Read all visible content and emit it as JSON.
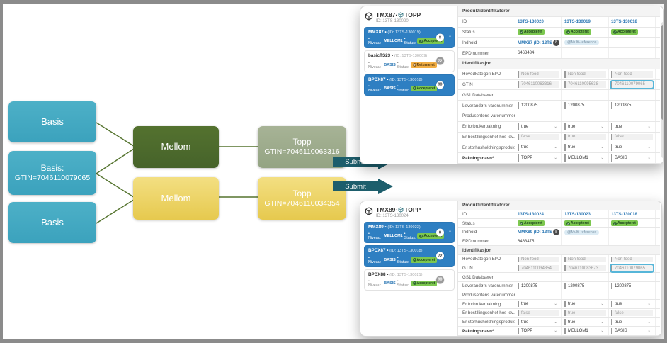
{
  "diagram": {
    "boxes": {
      "basis1": {
        "label": "Basis"
      },
      "basis2": {
        "line1": "Basis:",
        "line2": "GTIN=7046110079065"
      },
      "basis3": {
        "label": "Basis"
      },
      "mellom_green": {
        "label": "Mellom"
      },
      "mellom_yellow": {
        "label": "Mellom"
      },
      "topp_green": {
        "line1": "Topp",
        "line2": "GTIN=7046110063316"
      },
      "topp_yellow": {
        "line1": "Topp",
        "line2": "GTIN=7046110034354"
      }
    },
    "arrows": {
      "submit1": "Submit",
      "submit2": "Submit"
    },
    "colors": {
      "teal": "#3FA7C1",
      "dark_green": "#4C6A2D",
      "sage": "#9FAD8C",
      "yellow": "#EDD05E",
      "connector": "#55742F",
      "arrow": "#1D5E6C"
    }
  },
  "sidebar_labels": {
    "niveau": "• Niveau:",
    "status": "• Status:"
  },
  "ui_colors": {
    "selected_blue": "#2E7FC2",
    "link_blue": "#2E79B5",
    "status_green": "#7CC74F",
    "status_amber": "#F2AE43",
    "highlight_blue": "#56B6D9"
  },
  "apps": [
    {
      "header": {
        "title": "TMX87·",
        "suffix": "TOPP",
        "subtitle": "ID: 13TS-130020"
      },
      "sidebar": {
        "items": [
          {
            "name": "MMX87 •",
            "id": "(ID: 13TS-130019)",
            "niveau": "MELLOM1",
            "status": "Accepteret",
            "status_kind": "green",
            "badge": "8",
            "selected": true,
            "expanded": true
          },
          {
            "name": "basicTS23 •",
            "id": "(ID: 13TS-130009)",
            "niveau": "BASIS",
            "status": "Returneret",
            "status_kind": "amber",
            "badge": "72",
            "selected": false
          },
          {
            "name": "BPDX87 •",
            "id": "(ID: 13TS-130018)",
            "niveau": "BASIS",
            "status": "Accepteret",
            "status_kind": "green",
            "badge": "98",
            "selected": true
          }
        ]
      },
      "table": {
        "rows": [
          {
            "kind": "section",
            "label": "Produktidentifikatorer"
          },
          {
            "kind": "row",
            "label": "ID",
            "cells": [
              {
                "k": "link",
                "v": "13TS-130020"
              },
              {
                "k": "link",
                "v": "13TS-130019"
              },
              {
                "k": "link",
                "v": "13TS-130018"
              }
            ]
          },
          {
            "kind": "row",
            "label": "Status",
            "cells": [
              {
                "k": "status",
                "v": "Accepteret"
              },
              {
                "k": "status",
                "v": "Accepteret"
              },
              {
                "k": "status",
                "v": "Accepteret"
              }
            ]
          },
          {
            "kind": "row",
            "label": "Indhold",
            "cells": [
              {
                "k": "ref",
                "v": "MMX87 (ID: 13TS...",
                "count": "8"
              },
              {
                "k": "chip",
                "v": "@Multi-reference"
              },
              {
                "k": "empty"
              }
            ]
          },
          {
            "kind": "row",
            "label": "EPD nummer",
            "cells": [
              {
                "k": "text",
                "v": "6463434"
              },
              {
                "k": "empty"
              },
              {
                "k": "empty"
              }
            ]
          },
          {
            "kind": "section",
            "label": "Identifikasjon"
          },
          {
            "kind": "row",
            "label": "Hovedkategori EPD",
            "cells": [
              {
                "k": "dis",
                "v": "Non-food"
              },
              {
                "k": "dis",
                "v": "Non-food"
              },
              {
                "k": "dis",
                "v": "Non-food"
              }
            ]
          },
          {
            "kind": "row",
            "label": "GTIN",
            "cells": [
              {
                "k": "dis",
                "v": "7046110063316"
              },
              {
                "k": "dis",
                "v": "7046110095638"
              },
              {
                "k": "dis",
                "v": "7046110079065",
                "hl": true
              }
            ]
          },
          {
            "kind": "row",
            "label": "GS1 Databærer",
            "cells": [
              {
                "k": "empty"
              },
              {
                "k": "empty"
              },
              {
                "k": "empty"
              }
            ]
          },
          {
            "kind": "row",
            "label": "Leverandørs varenummer",
            "cells": [
              {
                "k": "inp",
                "v": "1200875"
              },
              {
                "k": "inp",
                "v": "1200875"
              },
              {
                "k": "inp",
                "v": "1200875"
              }
            ]
          },
          {
            "kind": "row",
            "label": "Produsentens varenummer",
            "cells": [
              {
                "k": "empty"
              },
              {
                "k": "empty"
              },
              {
                "k": "empty"
              }
            ]
          },
          {
            "kind": "row",
            "label": "Er forbrukerpakning",
            "cells": [
              {
                "k": "sel",
                "v": "true"
              },
              {
                "k": "sel",
                "v": "true"
              },
              {
                "k": "sel",
                "v": "true"
              }
            ]
          },
          {
            "kind": "row",
            "label": "Er bestillingsenhet hos lev...",
            "cells": [
              {
                "k": "dis",
                "v": "false"
              },
              {
                "k": "dis",
                "v": "true"
              },
              {
                "k": "dis",
                "v": "false"
              }
            ]
          },
          {
            "kind": "row",
            "label": "Er storhusholdningsprodukt",
            "cells": [
              {
                "k": "sel",
                "v": "true"
              },
              {
                "k": "sel",
                "v": "true"
              },
              {
                "k": "sel",
                "v": "true"
              }
            ]
          },
          {
            "kind": "row",
            "label": "Pakningsnavn*",
            "bold": true,
            "cells": [
              {
                "k": "sel",
                "v": "TOPP"
              },
              {
                "k": "sel",
                "v": "MELLOM1"
              },
              {
                "k": "sel",
                "v": "BASIS"
              }
            ]
          }
        ]
      }
    },
    {
      "header": {
        "title": "TMX89·",
        "suffix": "TOPP",
        "subtitle": "ID: 13TS-130024"
      },
      "sidebar": {
        "items": [
          {
            "name": "MMX89 •",
            "id": "(ID: 13TS-130023)",
            "niveau": "MELLOM1",
            "status": "Accepteret",
            "status_kind": "green",
            "badge": "8",
            "selected": true,
            "expanded": true
          },
          {
            "name": "BPDX87 •",
            "id": "(ID: 13TS-130018)",
            "niveau": "BASIS",
            "status": "Accepteret",
            "status_kind": "green",
            "badge": "72",
            "selected": true
          },
          {
            "name": "BPDX88 •",
            "id": "(ID: 13TS-130021)",
            "niveau": "BASIS",
            "status": "Accepteret",
            "status_kind": "green",
            "badge": "98",
            "selected": false
          }
        ]
      },
      "table": {
        "rows": [
          {
            "kind": "section",
            "label": "Produktidentifikatorer"
          },
          {
            "kind": "row",
            "label": "ID",
            "cells": [
              {
                "k": "link",
                "v": "13TS-130024"
              },
              {
                "k": "link",
                "v": "13TS-130023"
              },
              {
                "k": "link",
                "v": "13TS-130018"
              }
            ]
          },
          {
            "kind": "row",
            "label": "Status",
            "cells": [
              {
                "k": "status",
                "v": "Accepteret"
              },
              {
                "k": "status",
                "v": "Accepteret"
              },
              {
                "k": "status",
                "v": "Accepteret"
              }
            ]
          },
          {
            "kind": "row",
            "label": "Indhold",
            "cells": [
              {
                "k": "ref",
                "v": "MMX89 (ID: 13TS...",
                "count": "8"
              },
              {
                "k": "chip",
                "v": "@Multi-reference"
              },
              {
                "k": "empty"
              }
            ]
          },
          {
            "kind": "row",
            "label": "EPD nummer",
            "cells": [
              {
                "k": "text",
                "v": "6463475"
              },
              {
                "k": "empty"
              },
              {
                "k": "empty"
              }
            ]
          },
          {
            "kind": "section",
            "label": "Identifikasjon"
          },
          {
            "kind": "row",
            "label": "Hovedkategori EPD",
            "cells": [
              {
                "k": "dis",
                "v": "Non-food"
              },
              {
                "k": "dis",
                "v": "Non-food"
              },
              {
                "k": "dis",
                "v": "Non-food"
              }
            ]
          },
          {
            "kind": "row",
            "label": "GTIN",
            "cells": [
              {
                "k": "dis",
                "v": "7046110034354"
              },
              {
                "k": "dis",
                "v": "7046110083673"
              },
              {
                "k": "dis",
                "v": "7046110079065",
                "hl": true
              }
            ]
          },
          {
            "kind": "row",
            "label": "GS1 Databærer",
            "cells": [
              {
                "k": "empty"
              },
              {
                "k": "empty"
              },
              {
                "k": "empty"
              }
            ]
          },
          {
            "kind": "row",
            "label": "Leverandørs varenummer",
            "cells": [
              {
                "k": "inp",
                "v": "1200875"
              },
              {
                "k": "inp",
                "v": "1200875"
              },
              {
                "k": "inp",
                "v": "1200875"
              }
            ]
          },
          {
            "kind": "row",
            "label": "Produsentens varenummer",
            "cells": [
              {
                "k": "empty"
              },
              {
                "k": "empty"
              },
              {
                "k": "empty"
              }
            ]
          },
          {
            "kind": "row",
            "label": "Er forbrukerpakning",
            "cells": [
              {
                "k": "sel",
                "v": "true"
              },
              {
                "k": "sel",
                "v": "true"
              },
              {
                "k": "sel",
                "v": "true"
              }
            ]
          },
          {
            "kind": "row",
            "label": "Er bestillingsenhet hos lev...",
            "cells": [
              {
                "k": "dis",
                "v": "false"
              },
              {
                "k": "dis",
                "v": "true"
              },
              {
                "k": "dis",
                "v": "false"
              }
            ]
          },
          {
            "kind": "row",
            "label": "Er storhusholdningsprodukt",
            "cells": [
              {
                "k": "sel",
                "v": "true"
              },
              {
                "k": "sel",
                "v": "true"
              },
              {
                "k": "sel",
                "v": "true"
              }
            ]
          },
          {
            "kind": "row",
            "label": "Pakningsnavn*",
            "bold": true,
            "cells": [
              {
                "k": "sel",
                "v": "TOPP"
              },
              {
                "k": "sel",
                "v": "MELLOM1"
              },
              {
                "k": "sel",
                "v": "BASIS"
              }
            ]
          }
        ]
      }
    }
  ]
}
